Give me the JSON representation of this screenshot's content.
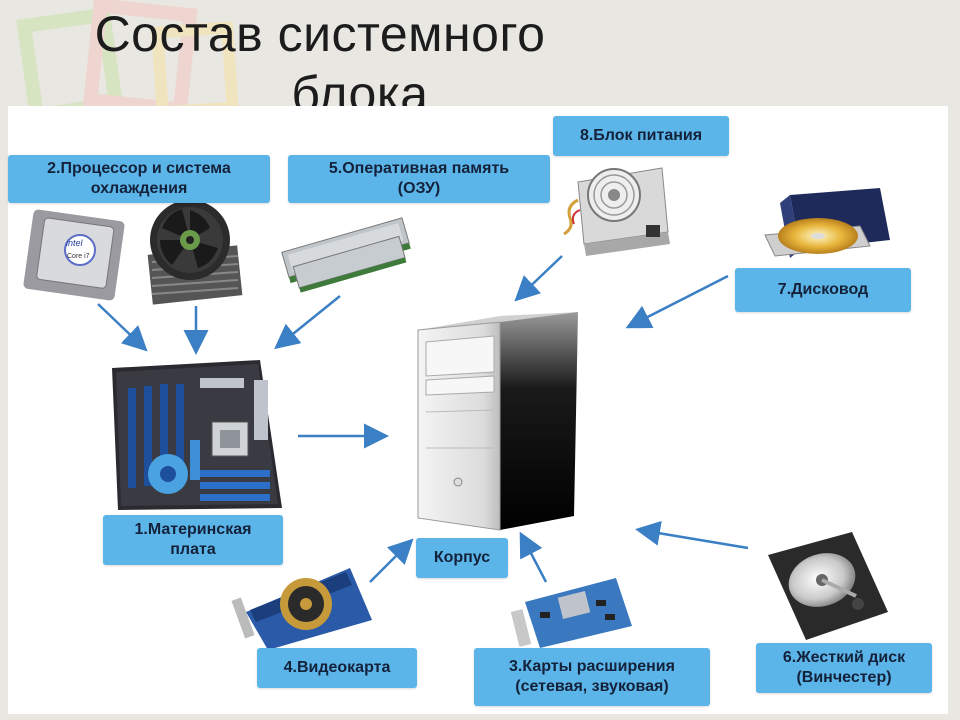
{
  "title": {
    "line1": "Состав системного",
    "line2": "блока"
  },
  "labels": {
    "cpu": {
      "line1": "2.Процессор и система",
      "line2": "охлаждения"
    },
    "ram": {
      "line1": "5.Оперативная память",
      "line2": "(ОЗУ)"
    },
    "psu": {
      "line1": "8.Блок питания"
    },
    "drive": {
      "line1": "7.Дисковод"
    },
    "motherboard": {
      "line1": "1.Материнская",
      "line2": "плата"
    },
    "case": {
      "line1": "Корпус"
    },
    "gpu": {
      "line1": "4.Видеокарта"
    },
    "expansion": {
      "line1": "3.Карты расширения",
      "line2": "(сетевая, звуковая)"
    },
    "hdd": {
      "line1": "6.Жесткий диск",
      "line2": "(Винчестер)"
    }
  },
  "cpu_chip": {
    "brand": "intel",
    "model": "Core i7"
  },
  "colors": {
    "label_bg": "#5bb5e8",
    "arrow": "#3b7fc4",
    "board_blue": "#1d4f9c"
  }
}
